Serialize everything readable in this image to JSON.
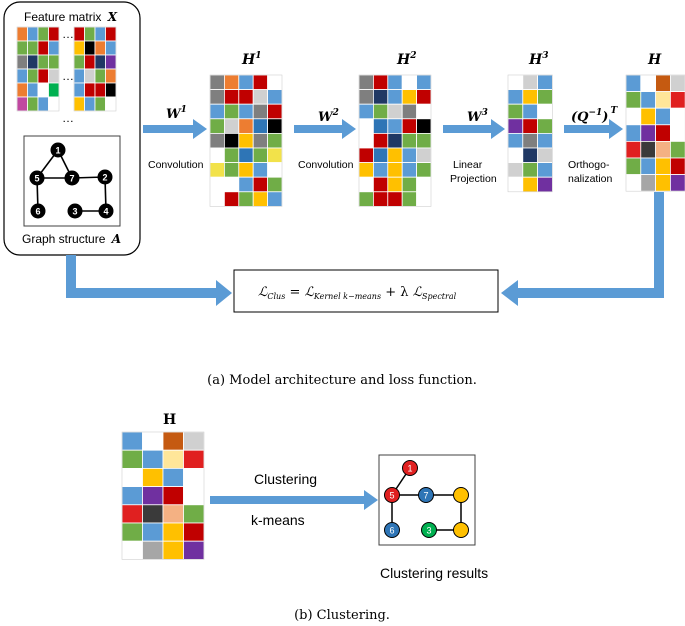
{
  "palette": {
    "O": "#ed7d31",
    "L": "#5b9bd5",
    "G": "#70ad47",
    "R": "#c00000",
    "r": "#e02020",
    "Y": "#ffc000",
    "y": "#f2e24a",
    "K": "#000000",
    "W": "#ffffff",
    "g": "#d0d0d0",
    "d": "#7f7f7f",
    "N": "#203864",
    "P": "#7030a0",
    "M": "#c048a0",
    "T": "#0e9aa0",
    "B": "#2e75b6",
    "b": "#9dc3e6",
    "e": "#00b050",
    "p": "#f4b183",
    "h": "#ffe699",
    "c": "#c55a11",
    "k": "#3a3a3a",
    "s": "#a6a6a6"
  },
  "arrow_color": "#5b9bd5",
  "input_box": {
    "feature_title": "Feature matrix",
    "feature_symbol": "X",
    "graph_title": "Graph structure",
    "graph_symbol": "A",
    "dots": "…"
  },
  "graph_nodes": [
    {
      "id": "1",
      "label": "1"
    },
    {
      "id": "5",
      "label": "5"
    },
    {
      "id": "7",
      "label": "7"
    },
    {
      "id": "2",
      "label": "2"
    },
    {
      "id": "6",
      "label": "6"
    },
    {
      "id": "3",
      "label": "3"
    },
    {
      "id": "4",
      "label": "4"
    }
  ],
  "graph_edges": [
    [
      "1",
      "5"
    ],
    [
      "5",
      "7"
    ],
    [
      "7",
      "2"
    ],
    [
      "5",
      "6"
    ],
    [
      "2",
      "4"
    ],
    [
      "3",
      "4"
    ],
    [
      "1",
      "7"
    ]
  ],
  "matrices": {
    "X1": [
      "OLGR",
      "GGRL",
      "dNGG",
      "LGRg",
      "OLWe",
      "MGLW"
    ],
    "X2": [
      "RGLR",
      "YKOL",
      "GRNP",
      "LgGO",
      "LRRK",
      "YLGW"
    ],
    "H1": [
      "dOLRW",
      "dRRgL",
      "LGLdR",
      "GgOBK",
      "dKYdG",
      "WGBGy",
      "yGYLW",
      "WWLRG",
      "WRGYL"
    ],
    "H2": [
      "dRLWL",
      "dNLYR",
      "LGgdW",
      "WBLRK",
      "WRNGG",
      "RBYLg",
      "YLYLG",
      "WRYGW",
      "GRRGW"
    ],
    "H3": [
      "WgL",
      "LYG",
      "GLW",
      "PRG",
      "LdL",
      "WNg",
      "gGL",
      "WYP"
    ],
    "H": [
      "LWcg",
      "GLhr",
      "WYLW",
      "LPRW",
      "rkpG",
      "GLYR",
      "WsYP"
    ],
    "Hb": [
      "LWcg",
      "GLhr",
      "WYLW",
      "LPRW",
      "rkpG",
      "GLYR",
      "WsYP"
    ]
  },
  "h_labels": {
    "H1": "H",
    "H1_sup": "1",
    "H2": "H",
    "H2_sup": "2",
    "H3": "H",
    "H3_sup": "3",
    "H": "H",
    "Hb": "H"
  },
  "steps": [
    {
      "weight": "W",
      "sup": "1",
      "label": "Convolution"
    },
    {
      "weight": "W",
      "sup": "2",
      "label": "Convolution"
    },
    {
      "weight": "W",
      "sup": "3",
      "label_line1": "Linear",
      "label_line2": "Projection"
    },
    {
      "weight": "(Q",
      "sup": "−1",
      "close": ")",
      "sup2": "T",
      "label_line1": "Orthogo-",
      "label_line2": "nalization"
    }
  ],
  "loss": {
    "lhs": "ℒ",
    "lhs_sub": "Clus",
    "eq": " = ",
    "t1": "ℒ",
    "t1_sub": "Kernel k−means",
    "plus": " + λ ",
    "t2": "ℒ",
    "t2_sub": "Spectral"
  },
  "caption_a": "(a) Model architecture and loss function.",
  "clustering": {
    "label_top": "Clustering",
    "label_bottom": "k-means",
    "result_label": "Clustering results",
    "nodes": [
      {
        "label": "1",
        "color": "#e02020"
      },
      {
        "label": "5",
        "color": "#e02020"
      },
      {
        "label": "7",
        "color": "#2e75b6"
      },
      {
        "label": "",
        "color": "#ffc000"
      },
      {
        "label": "6",
        "color": "#2e75b6"
      },
      {
        "label": "3",
        "color": "#00b050"
      },
      {
        "label": "",
        "color": "#ffc000"
      }
    ]
  },
  "caption_b": "(b) Clustering."
}
